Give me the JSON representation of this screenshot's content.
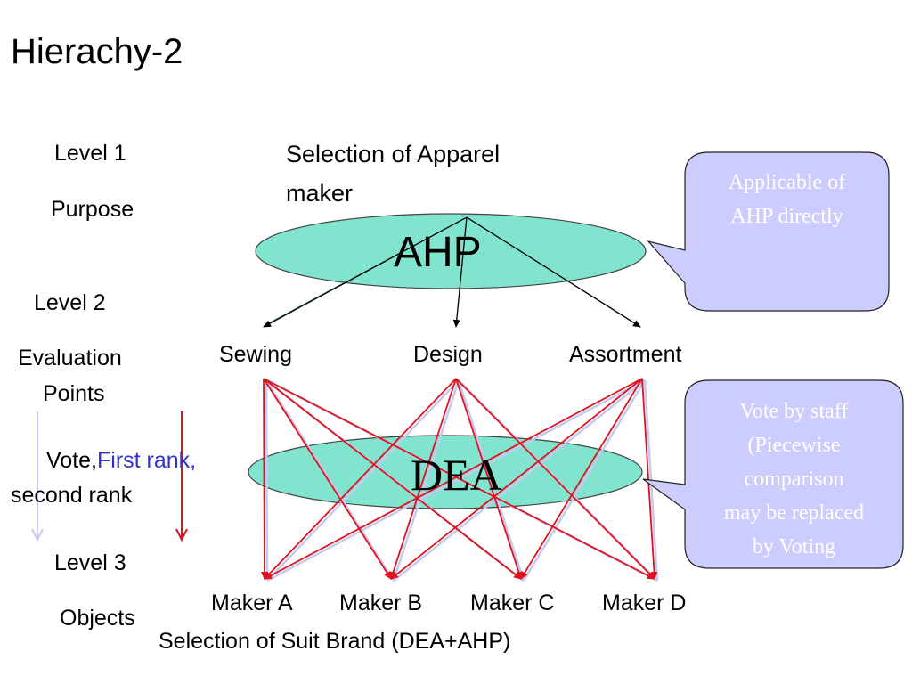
{
  "title": "Hierachy-2",
  "levels": {
    "level1": "Level 1",
    "purpose": "Purpose",
    "level2": "Level 2",
    "eval_line1": "Evaluation",
    "eval_line2": "Points",
    "vote_prefix": "Vote,",
    "vote_highlight": "First rank,",
    "second_rank": "second rank",
    "level3": "Level 3",
    "objects": "Objects"
  },
  "goal": {
    "line1": "Selection of Apparel",
    "line2": "maker"
  },
  "ahp_label": "AHP",
  "dea_label": "DEA",
  "criteria": [
    "Sewing",
    "Design",
    "Assortment"
  ],
  "makers": [
    "Maker A",
    "Maker B",
    "Maker C",
    "Maker D"
  ],
  "footer": "Selection of  Suit Brand (DEA+AHP)",
  "callout_top": {
    "line1": "Applicable of",
    "line2": "AHP directly"
  },
  "callout_bottom": {
    "line1": "Vote by staff",
    "line2": "(Piecewise",
    "line3": "comparison",
    "line4": "may be replaced",
    "line5": "by  Voting"
  },
  "colors": {
    "ellipse_fill": "#80e4cf",
    "callout_fill": "#ccccff",
    "highlight_text": "#3333cc",
    "red_line": "#e0121c",
    "lavender_line": "#c8c8f0"
  }
}
